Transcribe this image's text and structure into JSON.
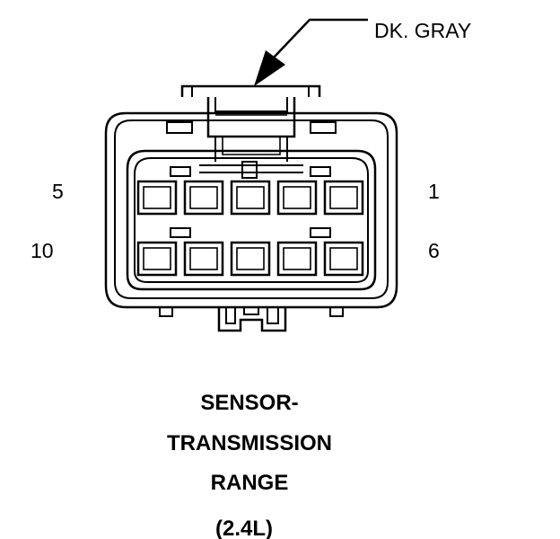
{
  "wire_color": "DK. GRAY",
  "pins": {
    "top_left": "5",
    "top_right": "1",
    "bottom_left": "10",
    "bottom_right": "6"
  },
  "title": {
    "line1": "SENSOR-",
    "line2": "TRANSMISSION",
    "line3": "RANGE",
    "line4": "(2.4L)"
  }
}
